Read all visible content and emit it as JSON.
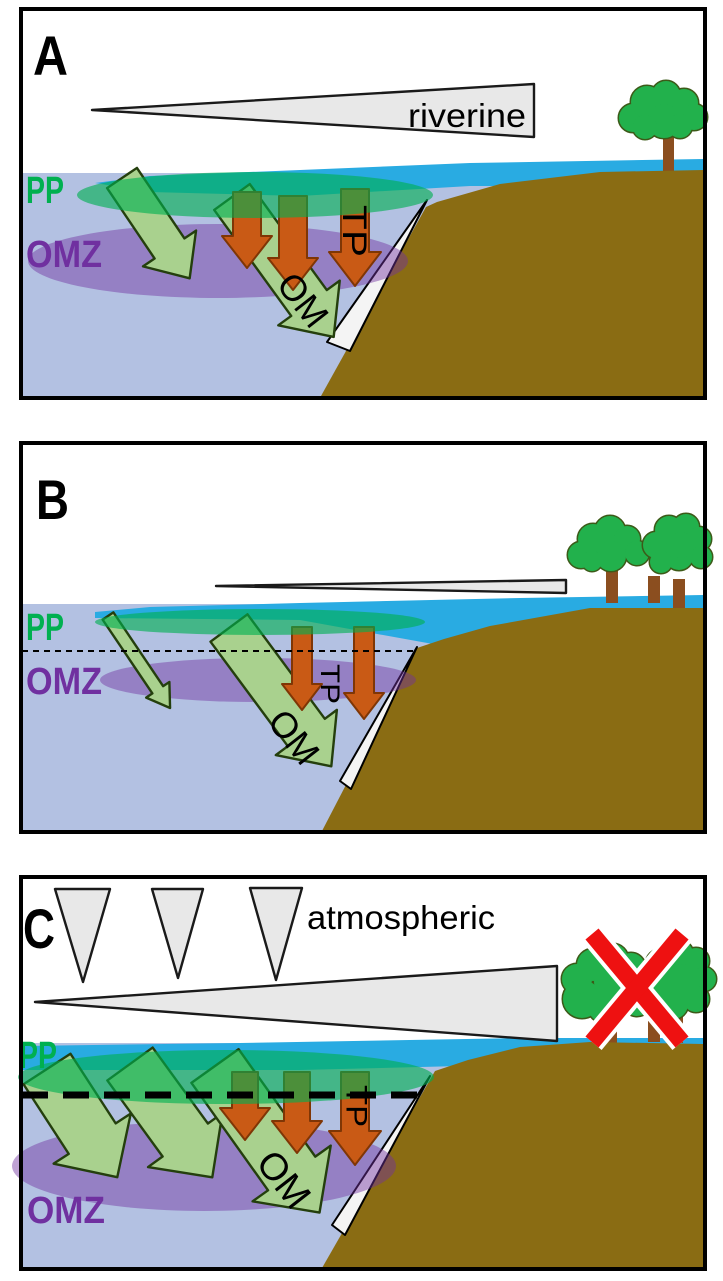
{
  "panels": [
    {
      "letter": "A",
      "gradient_label": "riverine",
      "pp": "PP",
      "omz": "OMZ",
      "tp": "TP",
      "om": "OM"
    },
    {
      "letter": "B",
      "pp": "PP",
      "omz": "OMZ",
      "tp": "TP",
      "om": "OM"
    },
    {
      "letter": "C",
      "gradient_label": "atmospheric",
      "pp": "PP",
      "omz": "OMZ",
      "tp": "TP",
      "om": "OM"
    }
  ],
  "colors": {
    "water": "#b3c1e2",
    "sea": "#29abe2",
    "land": "#8a6c13",
    "wedge": "#e8e8e8",
    "slope_wedge": "#f4f4f4",
    "pp_zone": "#00b050",
    "omz_zone": "#7030a0",
    "green_arrow": "#a9d18e",
    "green_arrow_stroke": "#243f0d",
    "orange_arrow": "#c95a15",
    "orange_arrow_stroke": "#7f3605",
    "tree": "#22b14c",
    "tree_stroke": "#3c5a18",
    "trunk": "#8b4e1f",
    "cross": "#ee1111",
    "pp_text": "#00b050",
    "omz_text": "#7030a0"
  }
}
